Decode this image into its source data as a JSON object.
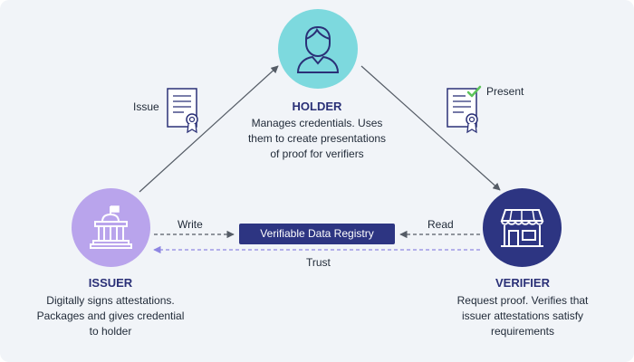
{
  "holder": {
    "title": "HOLDER",
    "desc_lines": [
      "Manages credentials. Uses",
      "them to create presentations",
      "of proof for verifiers"
    ],
    "icon": "person-icon"
  },
  "issuer": {
    "title": "ISSUER",
    "desc_lines": [
      "Digitally signs attestations.",
      "Packages and gives credential",
      "to holder"
    ],
    "icon": "government-building-icon"
  },
  "verifier": {
    "title": "VERIFIER",
    "desc_lines": [
      "Request proof. Verifies that",
      "issuer attestations satisfy",
      "requirements"
    ],
    "icon": "storefront-icon"
  },
  "registry": {
    "label": "Verifiable Data Registry"
  },
  "edges": {
    "issue": "Issue",
    "present": "Present",
    "write": "Write",
    "read": "Read",
    "trust": "Trust"
  },
  "colors": {
    "holder_circle": "#7dd9de",
    "issuer_circle": "#b9a4ec",
    "verifier_circle": "#2d3582",
    "title_text": "#2a3077",
    "registry_bg": "#2d3582",
    "arrow": "#555c66",
    "trust_arrow": "#8e86e2",
    "check": "#5cc35a"
  }
}
